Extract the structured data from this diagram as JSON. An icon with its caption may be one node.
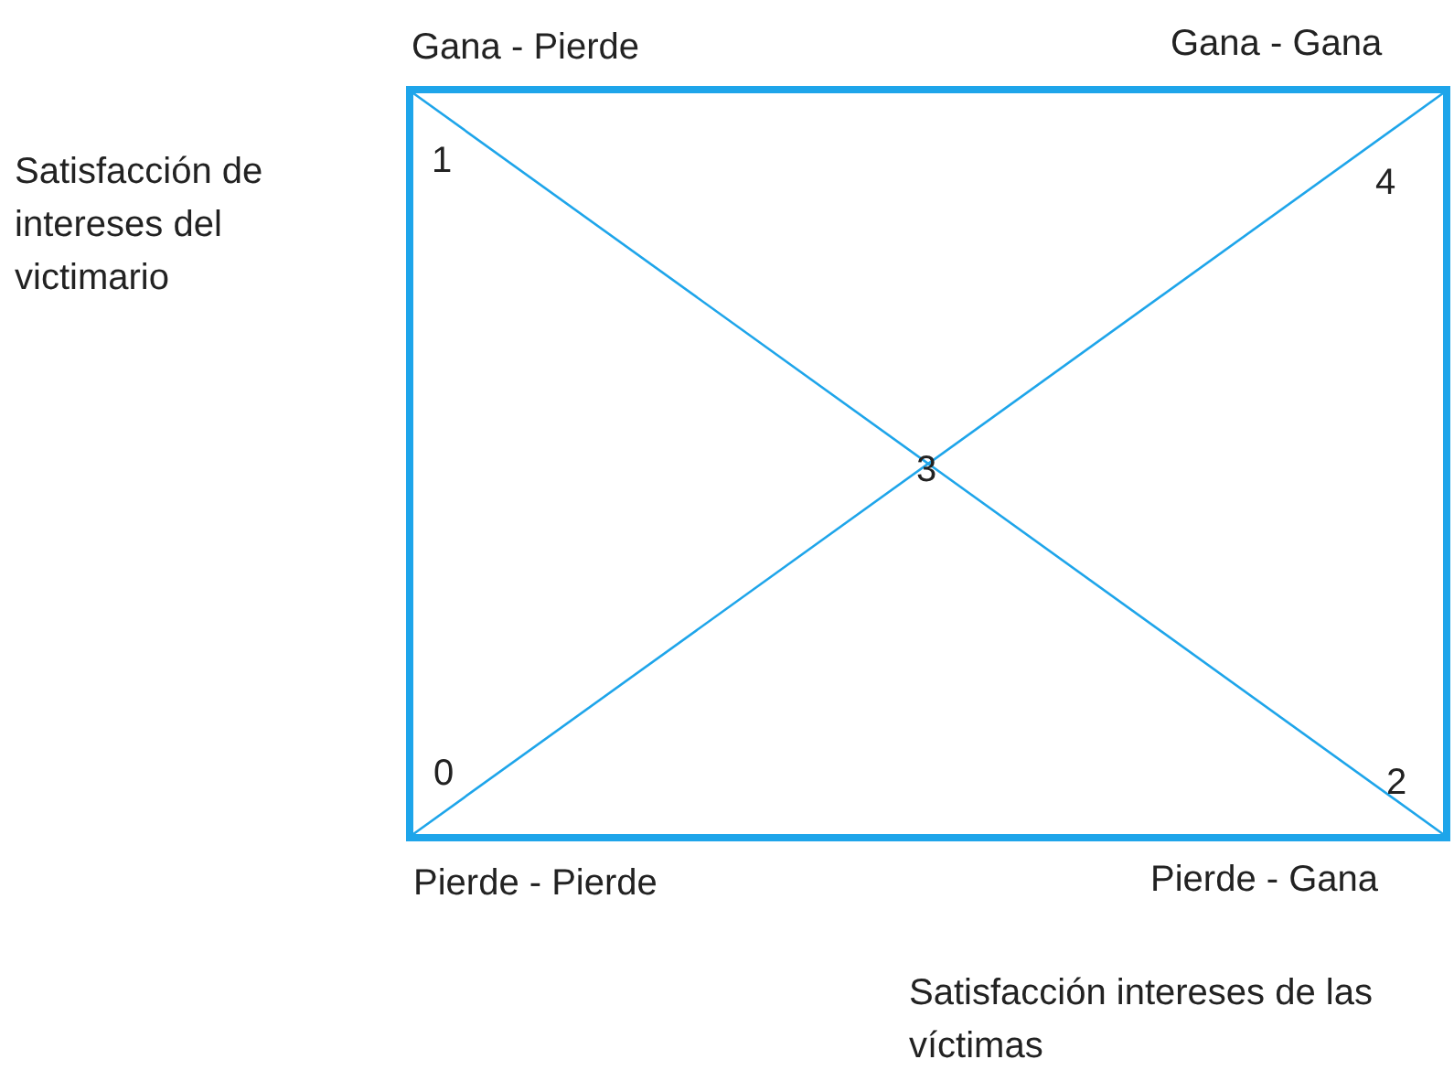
{
  "diagram": {
    "nodes": [
      {
        "text": [],
        "shape": "box"
      }
    ],
    "labels": [
      "Gana - Pierde",
      "Gana - Gana",
      "Satisfacción de intereses del victimario",
      "1",
      "4",
      "3",
      "0",
      "2",
      "Pierde - Pierde",
      "Pierde - Gana",
      "Satisfacción intereses de las víctimas"
    ]
  }
}
